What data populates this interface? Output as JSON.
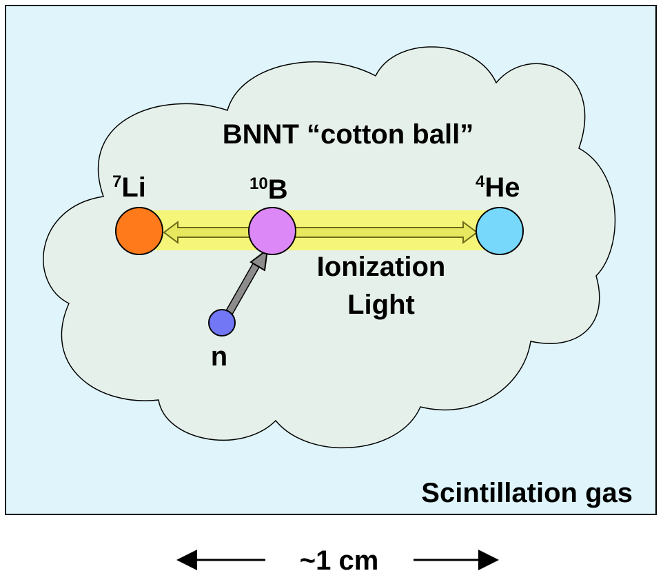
{
  "labels": {
    "cotton_ball": "BNNT “cotton ball”",
    "li_mass": "7",
    "li_symbol": "Li",
    "b_mass": "10",
    "b_symbol": "B",
    "he_mass": "4",
    "he_symbol": "He",
    "ionization": "Ionization",
    "light": "Light",
    "neutron": "n",
    "gas": "Scintillation gas",
    "scale": "~1 cm"
  },
  "colors": {
    "gas_background": "#dff5fb",
    "cloud_fill": "#e6f0ea",
    "track_glow": "#f5f57a",
    "double_arrow": "#e8e860",
    "li_particle": "#ff7a1a",
    "b_particle": "#dd88f7",
    "he_particle": "#77d8fb",
    "neutron_particle": "#7177f5",
    "neutron_arrow": "#8c8c8c"
  }
}
